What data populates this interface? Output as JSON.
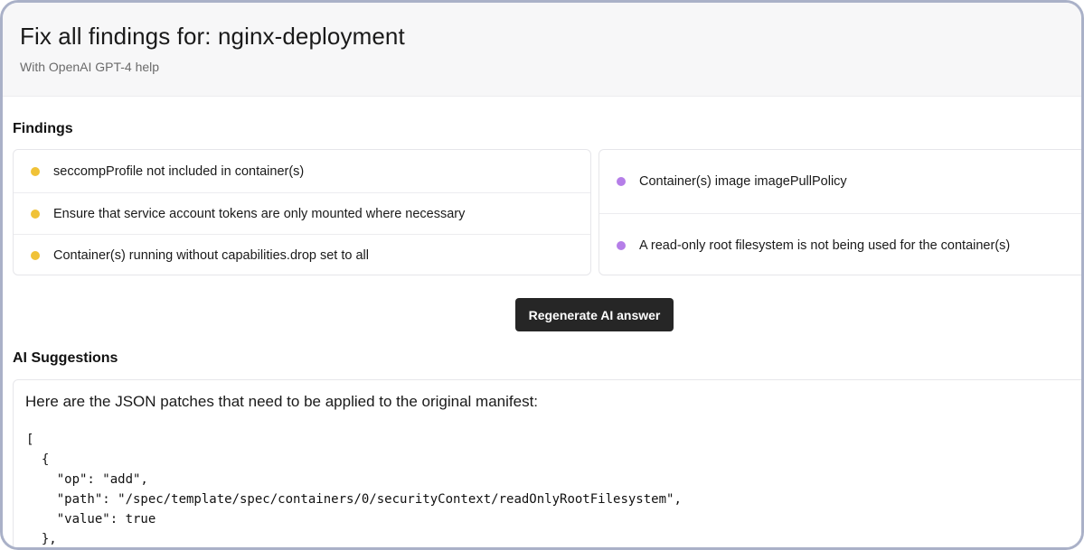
{
  "header": {
    "title": "Fix all findings for: nginx-deployment",
    "subtitle": "With OpenAI GPT-4 help"
  },
  "findings": {
    "heading": "Findings",
    "left": [
      {
        "text": "seccompProfile not included in container(s)",
        "color": "#f0c237"
      },
      {
        "text": "Ensure that service account tokens are only mounted where necessary",
        "color": "#f0c237"
      },
      {
        "text": "Container(s) running without capabilities.drop set to all",
        "color": "#f0c237"
      }
    ],
    "right": [
      {
        "text": "Container(s) image imagePullPolicy",
        "color": "#b57ee8"
      },
      {
        "text": "A read-only root filesystem is not being used for the container(s)",
        "color": "#b57ee8"
      }
    ]
  },
  "actions": {
    "regenerate_label": "Regenerate AI answer"
  },
  "suggestions": {
    "heading": "AI Suggestions",
    "intro": "Here are the JSON patches that need to be applied to the original manifest:",
    "code_lines": [
      "[",
      "  {",
      "    \"op\": \"add\",",
      "    \"path\": \"/spec/template/spec/containers/0/securityContext/readOnlyRootFilesystem\",",
      "    \"value\": true",
      "  },"
    ]
  },
  "colors": {
    "medium_severity": "#f0c237",
    "low_severity": "#b57ee8",
    "button_bg": "#262626"
  }
}
